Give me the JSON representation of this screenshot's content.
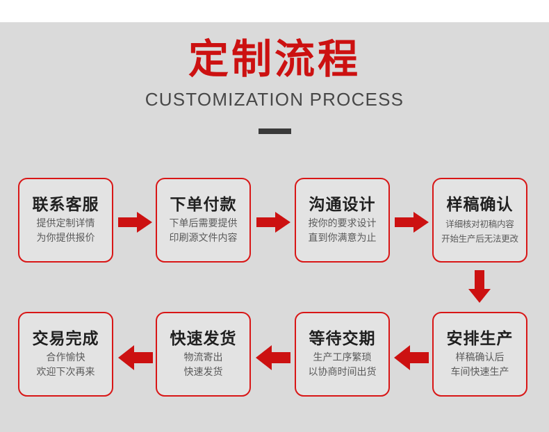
{
  "header": {
    "title": "定制流程",
    "subtitle": "CUSTOMIZATION PROCESS"
  },
  "colors": {
    "page_background": "#ffffff",
    "content_background": "#dadada",
    "title_red": "#cc1111",
    "border_red": "#d81616",
    "arrow_red": "#cc1111",
    "box_fill": "#e3e3e3",
    "subtitle_gray": "#474747",
    "desc_gray": "#5a5a5a",
    "divider_dark": "#3a3a3a"
  },
  "steps": [
    {
      "index": 1,
      "title": "联系客服",
      "desc_line_1": "提供定制详情",
      "desc_line_2": "为你提供报价"
    },
    {
      "index": 2,
      "title": "下单付款",
      "desc_line_1": "下单后需要提供",
      "desc_line_2": "印刷源文件内容"
    },
    {
      "index": 3,
      "title": "沟通设计",
      "desc_line_1": "按你的要求设计",
      "desc_line_2": "直到你满意为止"
    },
    {
      "index": 4,
      "title": "样稿确认",
      "desc_line_1": "详细核对初稿内容",
      "desc_line_2": "开始生产后无法更改"
    },
    {
      "index": 5,
      "title": "安排生产",
      "desc_line_1": "样稿确认后",
      "desc_line_2": "车间快速生产"
    },
    {
      "index": 6,
      "title": "等待交期",
      "desc_line_1": "生产工序繁琐",
      "desc_line_2": "以协商时间出货"
    },
    {
      "index": 7,
      "title": "快速发货",
      "desc_line_1": "物流寄出",
      "desc_line_2": "快速发货"
    },
    {
      "index": 8,
      "title": "交易完成",
      "desc_line_1": "合作愉快",
      "desc_line_2": "欢迎下次再来"
    }
  ],
  "arrows": [
    {
      "name": "arrow-right-icon",
      "direction": "right",
      "from": 1,
      "to": 2
    },
    {
      "name": "arrow-right-icon",
      "direction": "right",
      "from": 2,
      "to": 3
    },
    {
      "name": "arrow-right-icon",
      "direction": "right",
      "from": 3,
      "to": 4
    },
    {
      "name": "arrow-down-icon",
      "direction": "down",
      "from": 4,
      "to": 5
    },
    {
      "name": "arrow-left-icon",
      "direction": "left",
      "from": 5,
      "to": 6
    },
    {
      "name": "arrow-left-icon",
      "direction": "left",
      "from": 6,
      "to": 7
    },
    {
      "name": "arrow-left-icon",
      "direction": "left",
      "from": 7,
      "to": 8
    }
  ]
}
